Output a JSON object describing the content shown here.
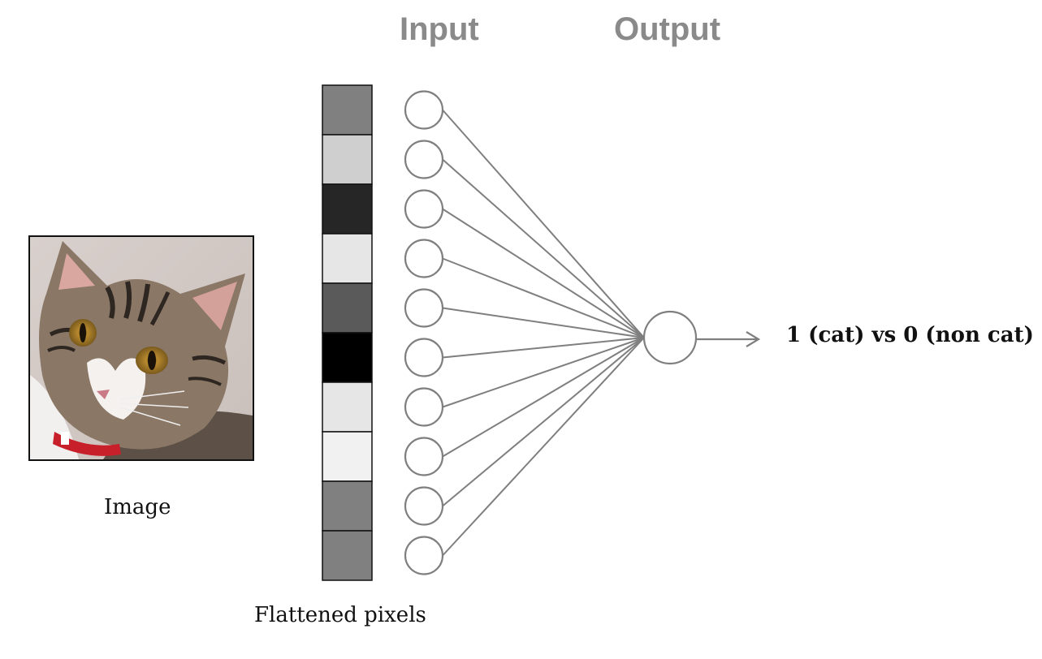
{
  "headers": {
    "input": "Input",
    "output": "Output"
  },
  "labels": {
    "image": "Image",
    "flattened": "Flattened pixels",
    "output_text": "1 (cat) vs 0 (non cat)"
  },
  "image": {
    "icon": "cat-photo"
  },
  "pixels": [
    "#808080",
    "#cfcfcf",
    "#262626",
    "#e6e6e6",
    "#5a5a5a",
    "#000000",
    "#e6e6e6",
    "#f1f1f1",
    "#808080",
    "#808080"
  ],
  "colors": {
    "line": "#7f7f7f",
    "header": "#8a8a8a",
    "text": "#111111"
  }
}
